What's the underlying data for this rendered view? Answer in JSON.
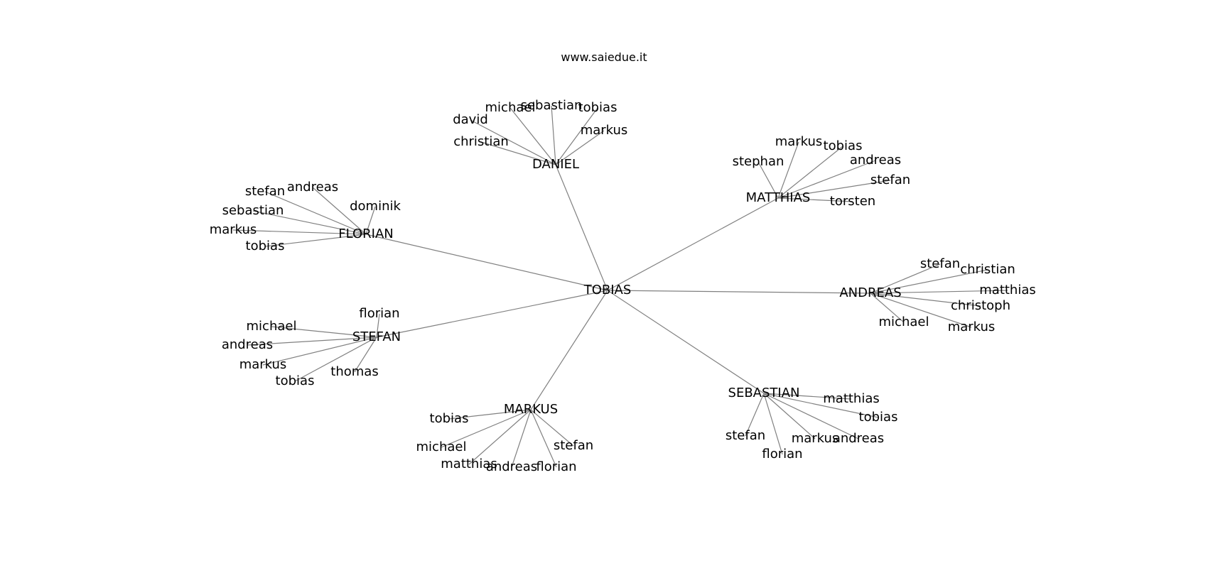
{
  "site_title": "www.saiedue.it",
  "colors": {
    "edge": "#808080",
    "text": "#000000",
    "background": "#ffffff"
  },
  "graph": {
    "root": "TOBIAS",
    "groups": [
      {
        "name": "DANIEL",
        "children": [
          "michael",
          "sebastian",
          "tobias",
          "david",
          "markus",
          "christian"
        ]
      },
      {
        "name": "MATTHIAS",
        "children": [
          "markus",
          "tobias",
          "stephan",
          "andreas",
          "stefan",
          "torsten"
        ]
      },
      {
        "name": "FLORIAN",
        "children": [
          "stefan",
          "andreas",
          "dominik",
          "sebastian",
          "markus",
          "tobias"
        ]
      },
      {
        "name": "ANDREAS",
        "children": [
          "stefan",
          "christian",
          "matthias",
          "christoph",
          "michael",
          "markus"
        ]
      },
      {
        "name": "STEFAN",
        "children": [
          "florian",
          "michael",
          "andreas",
          "markus",
          "tobias",
          "thomas"
        ]
      },
      {
        "name": "SEBASTIAN",
        "children": [
          "matthias",
          "tobias",
          "stefan",
          "markus",
          "andreas",
          "florian"
        ]
      },
      {
        "name": "MARKUS",
        "children": [
          "tobias",
          "michael",
          "stefan",
          "matthias",
          "andreas",
          "florian"
        ]
      }
    ]
  }
}
